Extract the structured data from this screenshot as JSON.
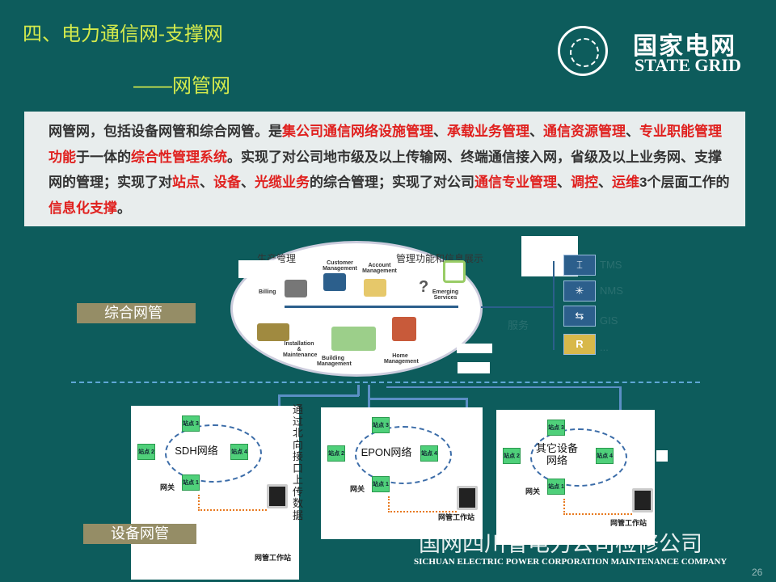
{
  "header": {
    "title": "四、电力通信网-支撑网",
    "subtitle": "——网管网"
  },
  "logo": {
    "cn": "国家电网",
    "en": "STATE GRID"
  },
  "description": [
    {
      "t": "网管网，包括设备网管和综合网管。是",
      "h": false
    },
    {
      "t": "集公司通信网络设施管理",
      "h": true
    },
    {
      "t": "、",
      "h": false
    },
    {
      "t": "承载业务管理",
      "h": true
    },
    {
      "t": "、",
      "h": false
    },
    {
      "t": "通信资源管理",
      "h": true
    },
    {
      "t": "、",
      "h": false
    },
    {
      "t": "专业职能管理功能",
      "h": true
    },
    {
      "t": "于一体的",
      "h": false
    },
    {
      "t": "综合性管理系统",
      "h": true
    },
    {
      "t": "。实现了对公司地市级及以上传输网、终端通信接入网，省级及以上业务网、支撑网的管理；实现了对",
      "h": false
    },
    {
      "t": "站点",
      "h": true
    },
    {
      "t": "、",
      "h": false
    },
    {
      "t": "设备",
      "h": true
    },
    {
      "t": "、",
      "h": false
    },
    {
      "t": "光缆业务",
      "h": true
    },
    {
      "t": "的综合管理；实现了对公司",
      "h": false
    },
    {
      "t": "通信专业管理",
      "h": true
    },
    {
      "t": "、",
      "h": false
    },
    {
      "t": "调控",
      "h": true
    },
    {
      "t": "、",
      "h": false
    },
    {
      "t": "运维",
      "h": true
    },
    {
      "t": "3个层面工作的",
      "h": false
    },
    {
      "t": "信息化支撑",
      "h": true
    },
    {
      "t": "。",
      "h": false
    }
  ],
  "cloud": {
    "left_label": "生产管理",
    "right_label": "管理功能和信息展示",
    "items": [
      "Billing",
      "Customer Management",
      "Account Management",
      "Emerging Services",
      "Installation & Maintenance",
      "Building Management",
      "Home Management"
    ]
  },
  "services": {
    "label": "服务",
    "items": [
      "TMS",
      "NMS",
      "GIS",
      "..."
    ],
    "r_icon": "R"
  },
  "labels": {
    "integrated": "综合网管",
    "device": "设备网管"
  },
  "upload_text": "通过北向接口上传数据",
  "networks": [
    {
      "name": "SDH网络",
      "nodes": [
        "站点 3",
        "站点 2",
        "站点 4",
        "站点 1"
      ],
      "gateway": "网关",
      "workstation": "网管工作站"
    },
    {
      "name": "EPON网络",
      "nodes": [
        "站点 3",
        "站点 2",
        "站点 4",
        "站点 1"
      ],
      "gateway": "网关",
      "workstation": "网管工作站"
    },
    {
      "name": "其它设备网络",
      "nodes": [
        "站点 3",
        "站点 2",
        "站点 4",
        "站点 1"
      ],
      "gateway": "网关",
      "workstation": "网管工作站"
    }
  ],
  "footer": {
    "cn": "国网四川省电力公司检修公司",
    "en": "SICHUAN ELECTRIC POWER CORPORATION MAINTENANCE COMPANY",
    "page": "26"
  }
}
